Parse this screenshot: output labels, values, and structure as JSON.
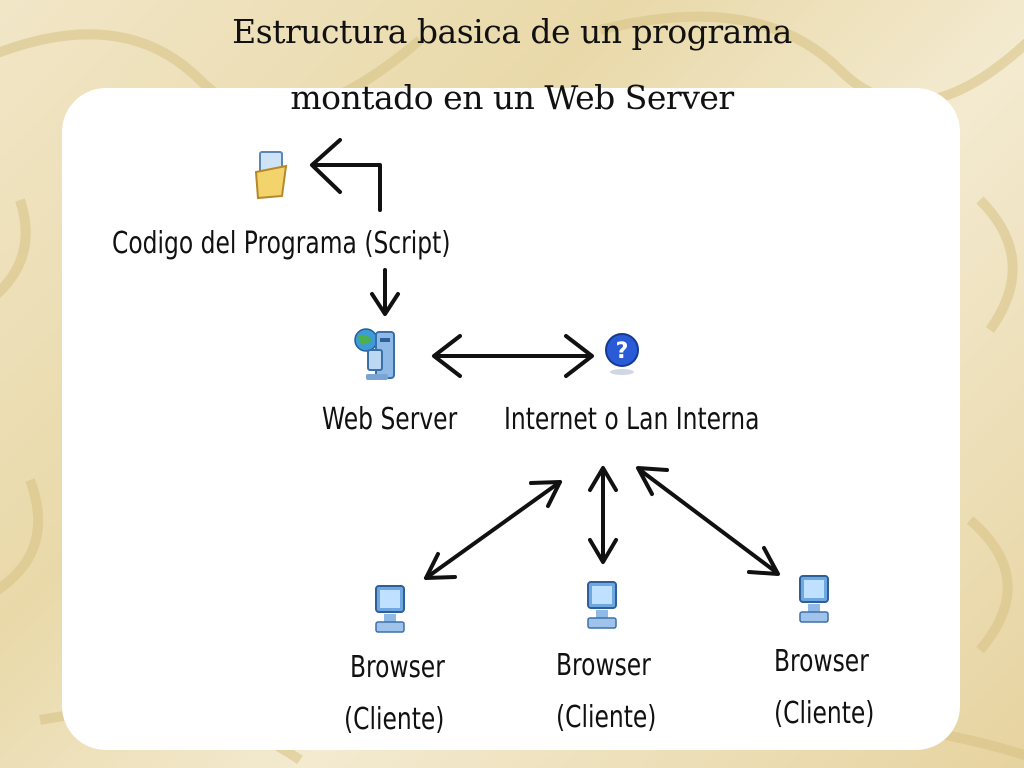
{
  "title": {
    "line1": "Estructura basica de un programa",
    "line2": "montado en un Web Server"
  },
  "nodes": {
    "script": {
      "label": "Codigo del Programa (Script)",
      "icon": "script-file-icon"
    },
    "web_server": {
      "label": "Web Server",
      "icon": "web-server-computer-icon"
    },
    "internet": {
      "label": "Internet o Lan Interna",
      "icon": "question-help-icon"
    },
    "browsers": [
      {
        "line1": "Browser",
        "line2": "(Cliente)",
        "icon": "client-computer-icon"
      },
      {
        "line1": "Browser",
        "line2": "(Cliente)",
        "icon": "client-computer-icon"
      },
      {
        "line1": "Browser",
        "line2": "(Cliente)",
        "icon": "client-computer-icon"
      }
    ]
  },
  "colors": {
    "background": "#ecdcae",
    "panel": "#ffffff",
    "arrow": "#111111",
    "help_blue": "#2a5bd7"
  }
}
